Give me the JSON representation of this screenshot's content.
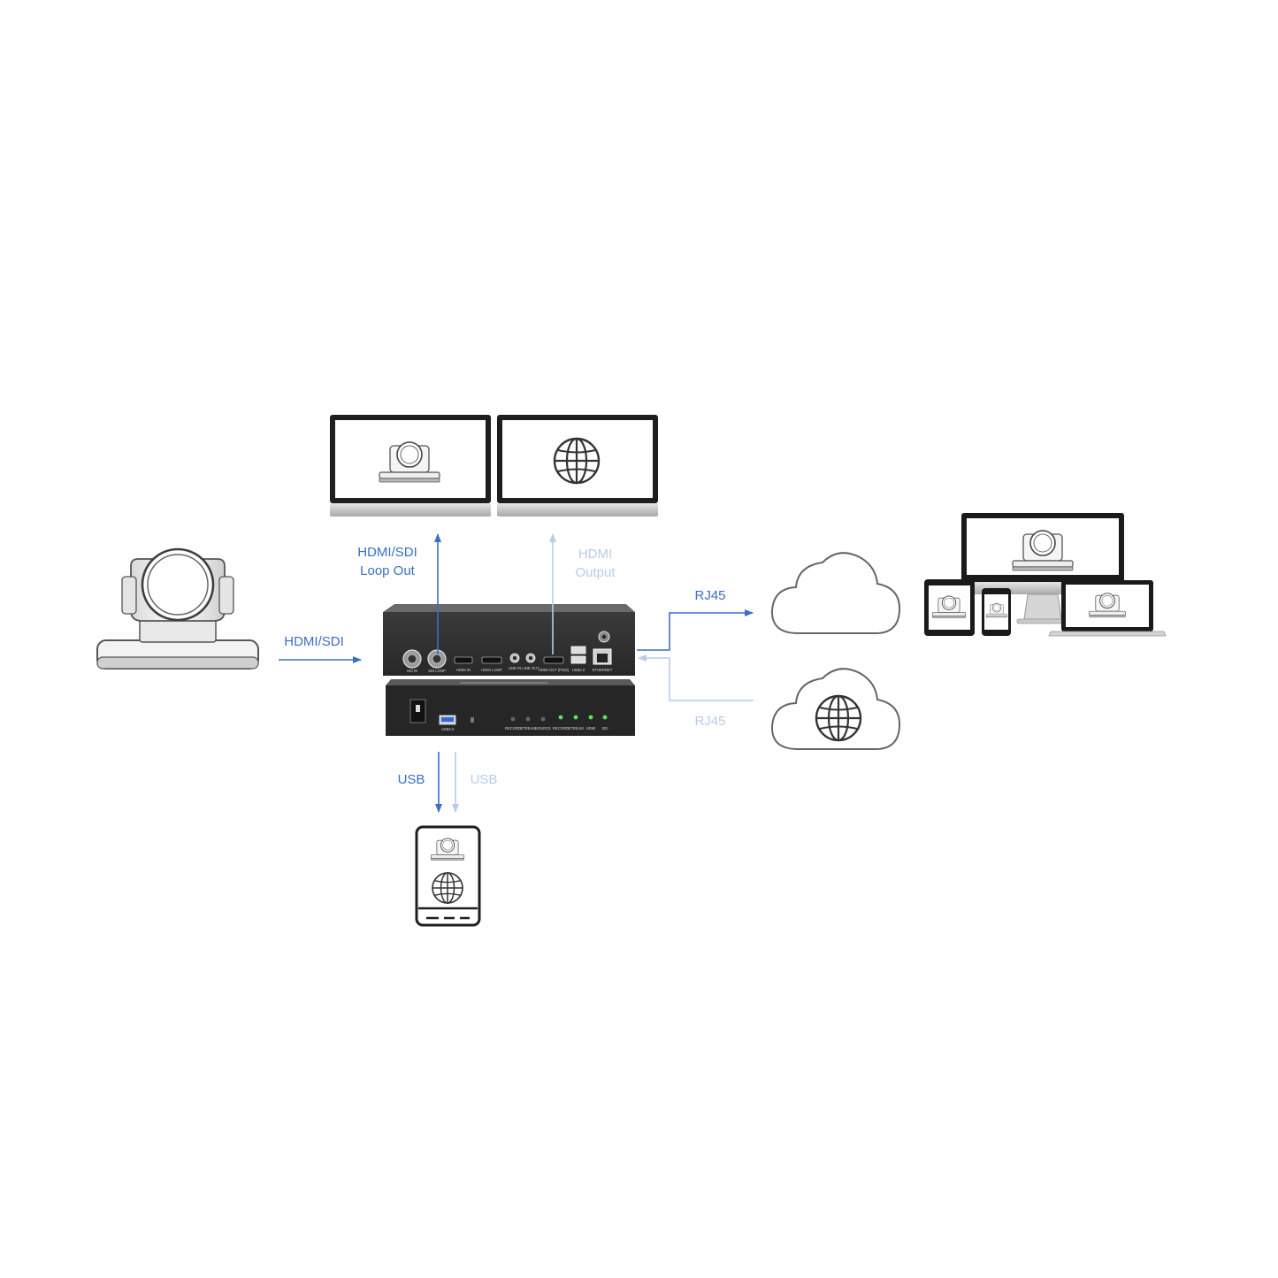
{
  "colors": {
    "active_blue": "#3a6fc4",
    "faded_blue": "#b9cbea",
    "device_body": "#2e2e2e",
    "outline": "#444444"
  },
  "labels": {
    "input": "HDMI/SDI",
    "loop_out_line1": "HDMI/SDI",
    "loop_out_line2": "Loop Out",
    "output_line1": "HDMI",
    "output_line2": "Output",
    "rj45_out": "RJ45",
    "rj45_in": "RJ45",
    "usb_out": "USB",
    "usb_in": "USB"
  },
  "device": {
    "rear_ports": [
      "SDI IN",
      "SDI LOOP",
      "HDMI IN",
      "HDMI LOOP",
      "LINE IN",
      "LINE OUT",
      "HDMI OUT (PGM)",
      "USB2.0",
      "ETHERNET"
    ],
    "front_ports": [
      "USB3.0",
      "RECORD",
      "STREAM",
      "SOURCE",
      "RECORD",
      "STREAM",
      "HDMI",
      "SDI"
    ]
  },
  "icons": [
    "ptz-camera-icon",
    "monitor-camera-icon",
    "monitor-globe-icon",
    "cloud-icon",
    "cloud-globe-icon",
    "multi-device-icon",
    "usb-drive-icon",
    "globe-icon",
    "arrow-icon"
  ]
}
